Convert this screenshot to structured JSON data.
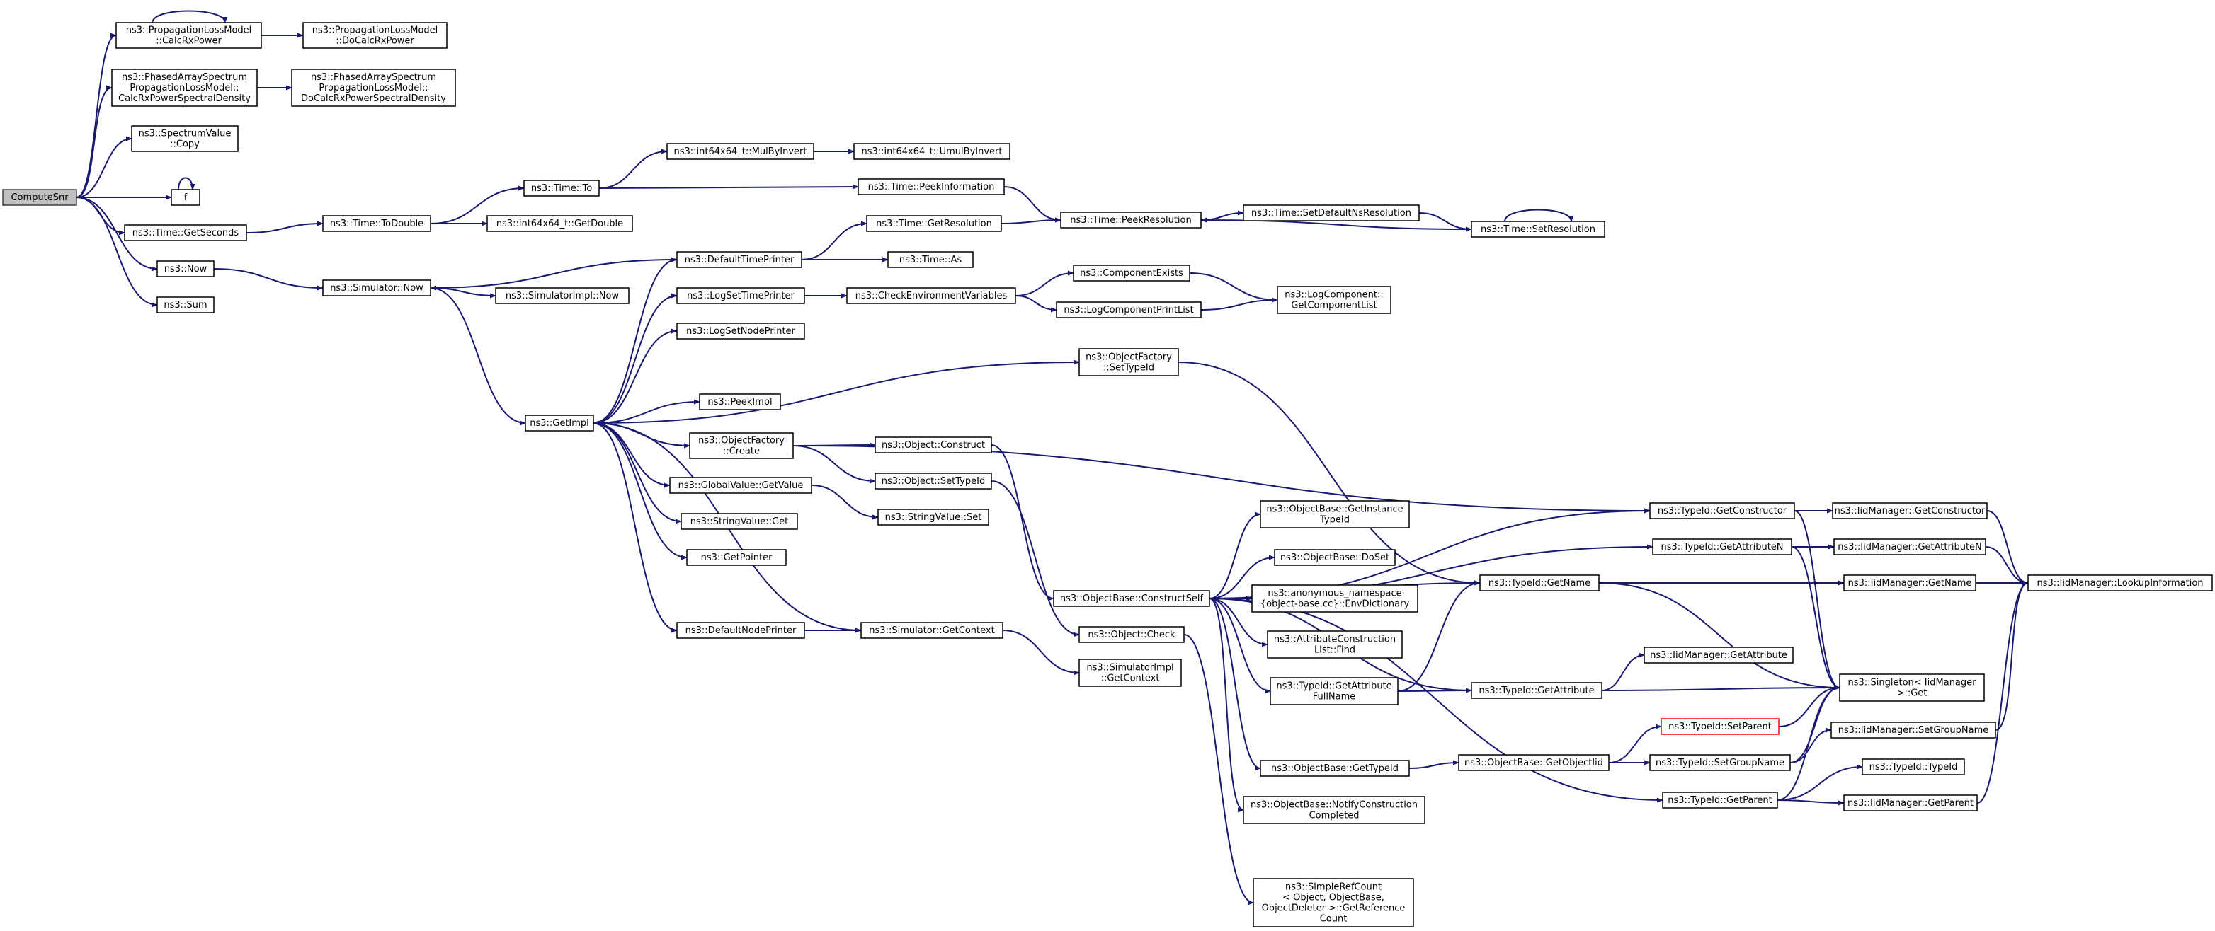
{
  "graph": {
    "colors": {
      "edge": "#191970",
      "root_fill": "#bfbfbf",
      "node_fill": "#ffffff",
      "node_border": "#000000",
      "missing_border": "#ff0000"
    },
    "nodes": [
      {
        "id": "n0",
        "lines": [
          "ComputeSnr"
        ],
        "root": true
      },
      {
        "id": "n1",
        "lines": [
          "ns3::PropagationLossModel",
          "::CalcRxPower"
        ]
      },
      {
        "id": "n2",
        "lines": [
          "ns3::PropagationLossModel",
          "::DoCalcRxPower"
        ]
      },
      {
        "id": "n3",
        "lines": [
          "ns3::PhasedArraySpectrum",
          "PropagationLossModel::",
          "CalcRxPowerSpectralDensity"
        ]
      },
      {
        "id": "n4",
        "lines": [
          "ns3::PhasedArraySpectrum",
          "PropagationLossModel::",
          "DoCalcRxPowerSpectralDensity"
        ]
      },
      {
        "id": "n5",
        "lines": [
          "ns3::SpectrumValue",
          "::Copy"
        ]
      },
      {
        "id": "n6",
        "lines": [
          "f"
        ]
      },
      {
        "id": "n7",
        "lines": [
          "ns3::Time::GetSeconds"
        ]
      },
      {
        "id": "n8",
        "lines": [
          "ns3::Now"
        ]
      },
      {
        "id": "n9",
        "lines": [
          "ns3::Sum"
        ]
      },
      {
        "id": "n10",
        "lines": [
          "ns3::Time::ToDouble"
        ]
      },
      {
        "id": "n11",
        "lines": [
          "ns3::int64x64_t::GetDouble"
        ]
      },
      {
        "id": "n12",
        "lines": [
          "ns3::Time::To"
        ]
      },
      {
        "id": "n13",
        "lines": [
          "ns3::int64x64_t::MulByInvert"
        ]
      },
      {
        "id": "n14",
        "lines": [
          "ns3::int64x64_t::UmulByInvert"
        ]
      },
      {
        "id": "n15",
        "lines": [
          "ns3::Time::PeekInformation"
        ]
      },
      {
        "id": "n16",
        "lines": [
          "ns3::Time::PeekResolution"
        ]
      },
      {
        "id": "n17",
        "lines": [
          "ns3::Time::SetDefaultNsResolution"
        ]
      },
      {
        "id": "n18",
        "lines": [
          "ns3::Time::SetResolution"
        ]
      },
      {
        "id": "n19",
        "lines": [
          "ns3::Simulator::Now"
        ]
      },
      {
        "id": "n20",
        "lines": [
          "ns3::SimulatorImpl::Now"
        ]
      },
      {
        "id": "n21",
        "lines": [
          "ns3::GetImpl"
        ]
      },
      {
        "id": "n22",
        "lines": [
          "ns3::DefaultTimePrinter"
        ]
      },
      {
        "id": "n23",
        "lines": [
          "ns3::Time::GetResolution"
        ]
      },
      {
        "id": "n24",
        "lines": [
          "ns3::Time::As"
        ]
      },
      {
        "id": "n25",
        "lines": [
          "ns3::LogSetTimePrinter"
        ]
      },
      {
        "id": "n26",
        "lines": [
          "ns3::CheckEnvironmentVariables"
        ]
      },
      {
        "id": "n27",
        "lines": [
          "ns3::ComponentExists"
        ]
      },
      {
        "id": "n28",
        "lines": [
          "ns3::LogComponentPrintList"
        ]
      },
      {
        "id": "n29",
        "lines": [
          "ns3::LogComponent::",
          "GetComponentList"
        ]
      },
      {
        "id": "n30",
        "lines": [
          "ns3::LogSetNodePrinter"
        ]
      },
      {
        "id": "n31",
        "lines": [
          "ns3::ObjectFactory",
          "::SetTypeId"
        ]
      },
      {
        "id": "n32",
        "lines": [
          "ns3::PeekImpl"
        ]
      },
      {
        "id": "n33",
        "lines": [
          "ns3::ObjectFactory",
          "::Create"
        ]
      },
      {
        "id": "n34",
        "lines": [
          "ns3::Object::Construct"
        ]
      },
      {
        "id": "n35",
        "lines": [
          "ns3::Object::SetTypeId"
        ]
      },
      {
        "id": "n36",
        "lines": [
          "ns3::GlobalValue::GetValue"
        ]
      },
      {
        "id": "n37",
        "lines": [
          "ns3::StringValue::Set"
        ]
      },
      {
        "id": "n38",
        "lines": [
          "ns3::StringValue::Get"
        ]
      },
      {
        "id": "n39",
        "lines": [
          "ns3::GetPointer"
        ]
      },
      {
        "id": "n40",
        "lines": [
          "ns3::DefaultNodePrinter"
        ]
      },
      {
        "id": "n41",
        "lines": [
          "ns3::Simulator::GetContext"
        ]
      },
      {
        "id": "n42",
        "lines": [
          "ns3::SimulatorImpl",
          "::GetContext"
        ]
      },
      {
        "id": "n43",
        "lines": [
          "ns3::ObjectBase::ConstructSelf"
        ]
      },
      {
        "id": "n44",
        "lines": [
          "ns3::Object::Check"
        ]
      },
      {
        "id": "n45",
        "lines": [
          "ns3::ObjectBase::GetInstance",
          "TypeId"
        ]
      },
      {
        "id": "n46",
        "lines": [
          "ns3::ObjectBase::DoSet"
        ]
      },
      {
        "id": "n47",
        "lines": [
          "ns3::anonymous_namespace",
          "{object-base.cc}::EnvDictionary"
        ]
      },
      {
        "id": "n48",
        "lines": [
          "ns3::AttributeConstruction",
          "List::Find"
        ]
      },
      {
        "id": "n49",
        "lines": [
          "ns3::TypeId::GetAttribute",
          "FullName"
        ]
      },
      {
        "id": "n50",
        "lines": [
          "ns3::ObjectBase::GetTypeId"
        ]
      },
      {
        "id": "n51",
        "lines": [
          "ns3::ObjectBase::NotifyConstruction",
          "Completed"
        ]
      },
      {
        "id": "n52",
        "lines": [
          "ns3::SimpleRefCount",
          "< Object, ObjectBase,",
          "ObjectDeleter >::GetReference",
          "Count"
        ]
      },
      {
        "id": "n53",
        "lines": [
          "ns3::TypeId::GetName"
        ]
      },
      {
        "id": "n54",
        "lines": [
          "ns3::TypeId::GetAttribute"
        ]
      },
      {
        "id": "n55",
        "lines": [
          "ns3::ObjectBase::GetObjectIid"
        ]
      },
      {
        "id": "n56",
        "lines": [
          "ns3::TypeId::GetConstructor"
        ]
      },
      {
        "id": "n57",
        "lines": [
          "ns3::TypeId::GetAttributeN"
        ]
      },
      {
        "id": "n58",
        "lines": [
          "ns3::IidManager::GetAttribute"
        ]
      },
      {
        "id": "n59",
        "lines": [
          "ns3::TypeId::SetParent"
        ],
        "missing": true
      },
      {
        "id": "n60",
        "lines": [
          "ns3::TypeId::SetGroupName"
        ]
      },
      {
        "id": "n61",
        "lines": [
          "ns3::TypeId::GetParent"
        ]
      },
      {
        "id": "n62",
        "lines": [
          "ns3::IidManager::GetConstructor"
        ]
      },
      {
        "id": "n63",
        "lines": [
          "ns3::IidManager::GetAttributeN"
        ]
      },
      {
        "id": "n64",
        "lines": [
          "ns3::IidManager::GetName"
        ]
      },
      {
        "id": "n65",
        "lines": [
          "ns3::Singleton< IidManager",
          ">::Get"
        ]
      },
      {
        "id": "n66",
        "lines": [
          "ns3::IidManager::SetGroupName"
        ]
      },
      {
        "id": "n67",
        "lines": [
          "ns3::TypeId::TypeId"
        ]
      },
      {
        "id": "n68",
        "lines": [
          "ns3::IidManager::GetParent"
        ]
      },
      {
        "id": "n69",
        "lines": [
          "ns3::IidManager::LookupInformation"
        ]
      }
    ],
    "edges": [
      [
        "n0",
        "n1"
      ],
      [
        "n0",
        "n3"
      ],
      [
        "n0",
        "n5"
      ],
      [
        "n0",
        "n6"
      ],
      [
        "n0",
        "n7"
      ],
      [
        "n0",
        "n8"
      ],
      [
        "n0",
        "n9"
      ],
      [
        "n1",
        "n1"
      ],
      [
        "n1",
        "n2"
      ],
      [
        "n3",
        "n4"
      ],
      [
        "n6",
        "n6"
      ],
      [
        "n7",
        "n10"
      ],
      [
        "n8",
        "n19"
      ],
      [
        "n10",
        "n12"
      ],
      [
        "n10",
        "n11"
      ],
      [
        "n12",
        "n13"
      ],
      [
        "n12",
        "n15"
      ],
      [
        "n13",
        "n14"
      ],
      [
        "n15",
        "n16"
      ],
      [
        "n16",
        "n17"
      ],
      [
        "n17",
        "n18"
      ],
      [
        "n18",
        "n16"
      ],
      [
        "n18",
        "n18"
      ],
      [
        "n19",
        "n20"
      ],
      [
        "n19",
        "n21"
      ],
      [
        "n21",
        "n22"
      ],
      [
        "n21",
        "n25"
      ],
      [
        "n21",
        "n30"
      ],
      [
        "n21",
        "n31"
      ],
      [
        "n21",
        "n32"
      ],
      [
        "n21",
        "n33"
      ],
      [
        "n21",
        "n36"
      ],
      [
        "n21",
        "n38"
      ],
      [
        "n21",
        "n39"
      ],
      [
        "n21",
        "n40"
      ],
      [
        "n22",
        "n19"
      ],
      [
        "n22",
        "n23"
      ],
      [
        "n22",
        "n24"
      ],
      [
        "n23",
        "n16"
      ],
      [
        "n25",
        "n26"
      ],
      [
        "n26",
        "n27"
      ],
      [
        "n26",
        "n28"
      ],
      [
        "n27",
        "n29"
      ],
      [
        "n28",
        "n29"
      ],
      [
        "n31",
        "n53"
      ],
      [
        "n33",
        "n34"
      ],
      [
        "n33",
        "n35"
      ],
      [
        "n33",
        "n56"
      ],
      [
        "n34",
        "n43"
      ],
      [
        "n35",
        "n44"
      ],
      [
        "n36",
        "n37"
      ],
      [
        "n40",
        "n41"
      ],
      [
        "n41",
        "n21"
      ],
      [
        "n41",
        "n42"
      ],
      [
        "n43",
        "n45"
      ],
      [
        "n43",
        "n46"
      ],
      [
        "n43",
        "n47"
      ],
      [
        "n43",
        "n48"
      ],
      [
        "n43",
        "n49"
      ],
      [
        "n43",
        "n50"
      ],
      [
        "n43",
        "n51"
      ],
      [
        "n43",
        "n53"
      ],
      [
        "n43",
        "n54"
      ],
      [
        "n43",
        "n56"
      ],
      [
        "n43",
        "n57"
      ],
      [
        "n43",
        "n61"
      ],
      [
        "n44",
        "n52"
      ],
      [
        "n49",
        "n53"
      ],
      [
        "n49",
        "n54"
      ],
      [
        "n50",
        "n55"
      ],
      [
        "n55",
        "n59"
      ],
      [
        "n55",
        "n60"
      ],
      [
        "n53",
        "n64"
      ],
      [
        "n53",
        "n65"
      ],
      [
        "n54",
        "n58"
      ],
      [
        "n54",
        "n65"
      ],
      [
        "n56",
        "n62"
      ],
      [
        "n56",
        "n65"
      ],
      [
        "n57",
        "n63"
      ],
      [
        "n57",
        "n65"
      ],
      [
        "n59",
        "n65"
      ],
      [
        "n60",
        "n65"
      ],
      [
        "n60",
        "n66"
      ],
      [
        "n61",
        "n65"
      ],
      [
        "n61",
        "n67"
      ],
      [
        "n61",
        "n68"
      ],
      [
        "n62",
        "n69"
      ],
      [
        "n63",
        "n69"
      ],
      [
        "n64",
        "n69"
      ],
      [
        "n66",
        "n69"
      ],
      [
        "n68",
        "n69"
      ]
    ]
  }
}
